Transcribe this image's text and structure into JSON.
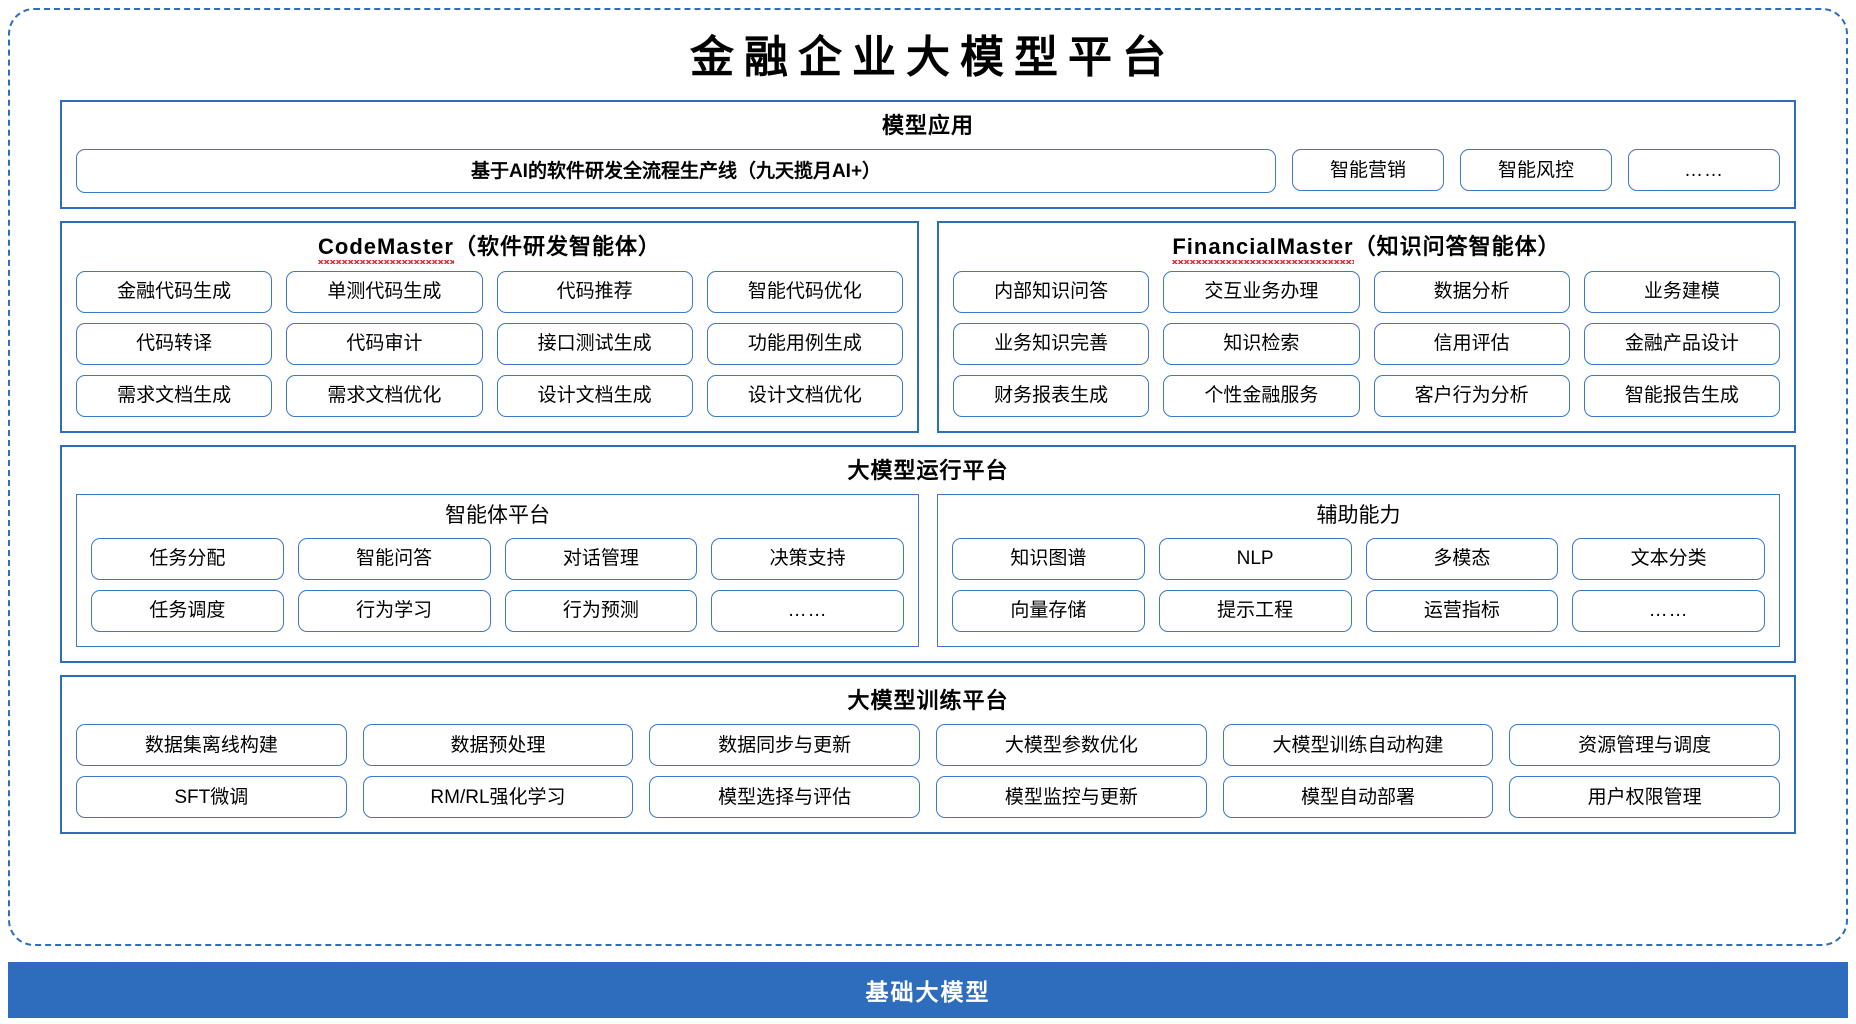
{
  "title": "金融企业大模型平台",
  "model_application": {
    "section_title": "模型应用",
    "main_line": "基于AI的软件研发全流程生产线（九天揽月AI+）",
    "items": [
      "智能营销",
      "智能风控",
      "……"
    ]
  },
  "code_master": {
    "title_latin": "CodeMaster",
    "title_cn": "（软件研发智能体）",
    "items": [
      "金融代码生成",
      "单测代码生成",
      "代码推荐",
      "智能代码优化",
      "代码转译",
      "代码审计",
      "接口测试生成",
      "功能用例生成",
      "需求文档生成",
      "需求文档优化",
      "设计文档生成",
      "设计文档优化"
    ]
  },
  "financial_master": {
    "title_latin": "FinancialMaster",
    "title_cn": "（知识问答智能体）",
    "items": [
      "内部知识问答",
      "交互业务办理",
      "数据分析",
      "业务建模",
      "业务知识完善",
      "知识检索",
      "信用评估",
      "金融产品设计",
      "财务报表生成",
      "个性金融服务",
      "客户行为分析",
      "智能报告生成"
    ]
  },
  "runtime_platform": {
    "section_title": "大模型运行平台",
    "agent_platform": {
      "title": "智能体平台",
      "items": [
        "任务分配",
        "智能问答",
        "对话管理",
        "决策支持",
        "任务调度",
        "行为学习",
        "行为预测",
        "……"
      ]
    },
    "support_capability": {
      "title": "辅助能力",
      "items": [
        "知识图谱",
        "NLP",
        "多模态",
        "文本分类",
        "向量存储",
        "提示工程",
        "运营指标",
        "……"
      ]
    }
  },
  "training_platform": {
    "section_title": "大模型训练平台",
    "items": [
      "数据集离线构建",
      "数据预处理",
      "数据同步与更新",
      "大模型参数优化",
      "大模型训练自动构建",
      "资源管理与调度",
      "SFT微调",
      "RM/RL强化学习",
      "模型选择与评估",
      "模型监控与更新",
      "模型自动部署",
      "用户权限管理"
    ]
  },
  "base_model": {
    "label": "基础大模型"
  },
  "colors": {
    "accent_blue": "#2E6DBE",
    "pill_border": "#3C78C8",
    "spellcheck_red": "#e03030",
    "base_bar_text": "#ffffff"
  }
}
